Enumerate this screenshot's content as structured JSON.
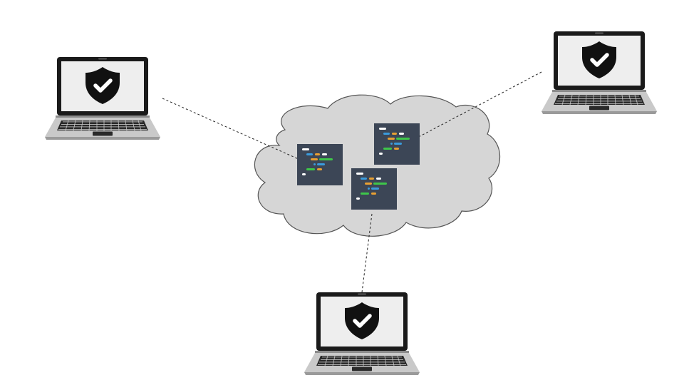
{
  "diagram": {
    "nodes": [
      {
        "id": "laptop-top-left",
        "kind": "laptop",
        "icon": "shield-check-icon",
        "connects_to": "code-panel-left"
      },
      {
        "id": "laptop-top-right",
        "kind": "laptop",
        "icon": "shield-check-icon",
        "connects_to": "code-panel-top-right"
      },
      {
        "id": "laptop-bottom",
        "kind": "laptop",
        "icon": "shield-check-icon",
        "connects_to": "code-panel-bottom-center"
      }
    ],
    "cloud": {
      "icon": "cloud-icon",
      "panels": [
        "code-panel-left",
        "code-panel-top-right",
        "code-panel-bottom-center"
      ]
    },
    "connections": {
      "style": "dashed",
      "count": 3
    },
    "colors": {
      "cloud_fill": "#d6d6d6",
      "cloud_stroke": "#555555",
      "panel_bg": "#3c4656",
      "laptop_body": "#c9c9c9",
      "laptop_bezel": "#1a1a1a",
      "screen": "#eeeeee",
      "shield": "#111111",
      "code_white": "#ffffff",
      "code_blue": "#3a9bdc",
      "code_orange": "#e8a033",
      "code_green": "#3ec64a"
    }
  }
}
